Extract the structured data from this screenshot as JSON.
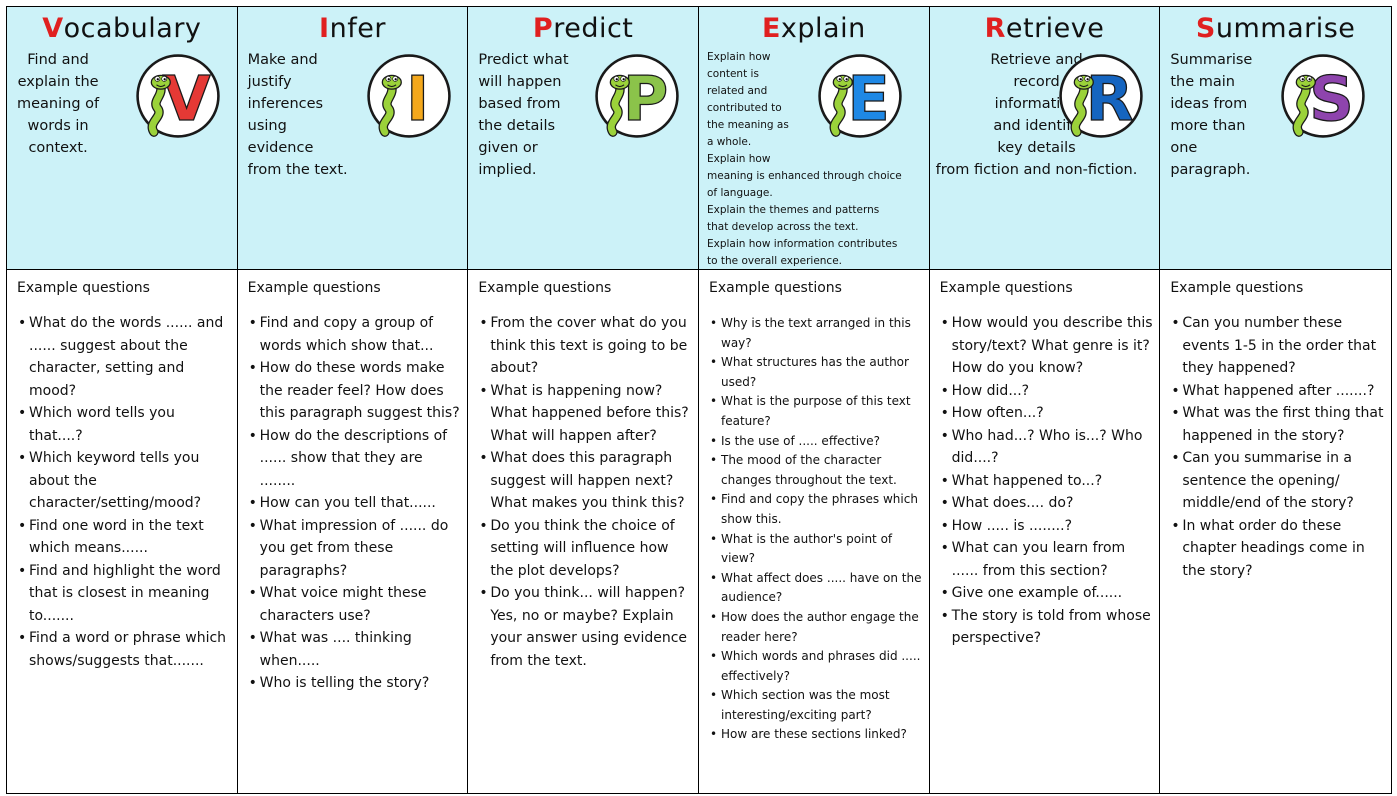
{
  "columns": [
    {
      "initial": "V",
      "title_rest": "ocabulary",
      "letter_color": "#e53935",
      "desc_lines": [
        "Find and",
        "explain the",
        "meaning of",
        "words in",
        "context."
      ],
      "example_heading": "Example questions",
      "questions": [
        "What do the words ...... and ...... suggest about the character, setting and mood?",
        "Which word tells you that....?",
        "Which keyword tells you about the character/setting/mood?",
        "Find one word in the text which means......",
        "Find and highlight the word that is closest in meaning to.......",
        "Find a word or phrase which shows/suggests that......."
      ]
    },
    {
      "initial": "I",
      "title_rest": "nfer",
      "letter_color": "#f4a81c",
      "desc_lines": [
        "Make and",
        "justify",
        "inferences",
        "using",
        "evidence",
        "from the text."
      ],
      "example_heading": "Example questions",
      "questions": [
        "Find and copy a group of words which show that...",
        "How do these words make the reader feel? How does this paragraph suggest this?",
        "How do the descriptions of ...... show that they are ........",
        "How can you tell that......",
        "What impression of ...... do you get from these paragraphs?",
        "What voice might these characters use?",
        "What was .... thinking when.....",
        "Who is telling the story?"
      ]
    },
    {
      "initial": "P",
      "title_rest": "redict",
      "letter_color": "#8bc34a",
      "desc_lines": [
        "Predict what",
        "will happen",
        "based from",
        "the details",
        "given or",
        "implied."
      ],
      "example_heading": "Example questions",
      "questions": [
        "From the cover what do you think this text is going to be about?",
        "What is happening now? What happened before this? What will happen after?",
        "What does this paragraph suggest will happen next? What makes you think this?",
        "Do you think the choice of setting will influence how the plot develops?",
        "Do you think... will happen? Yes, no or maybe? Explain your answer using evidence from the text."
      ]
    },
    {
      "initial": "E",
      "title_rest": "xplain",
      "letter_color": "#1e88e5",
      "desc_lines": [
        "Explain how",
        "content is",
        "related and",
        "contributed to",
        "the meaning as",
        "a whole.",
        "Explain how",
        "meaning is enhanced through choice",
        "of language.",
        "Explain the themes and patterns",
        "that develop across the text.",
        "Explain how information contributes",
        "to the overall experience."
      ],
      "example_heading": "Example questions",
      "questions": [
        "Why is the text arranged in this way?",
        "What structures has the author used?",
        "What is the purpose of this text feature?",
        "Is the use of ..... effective?",
        "The mood of the character changes throughout the text.",
        "Find and copy the phrases which show this.",
        "What is the author's point of view?",
        "What affect does ..... have on the audience?",
        "How does the author engage the reader here?",
        "Which words and phrases did ..... effectively?",
        "Which section was the most interesting/exciting part?",
        "How are these sections linked?"
      ]
    },
    {
      "initial": "R",
      "title_rest": "etrieve",
      "letter_color": "#1565c0",
      "desc_lines": [
        "Retrieve and",
        "record",
        "information",
        "and identify",
        "key details",
        "from fiction and non-fiction."
      ],
      "example_heading": "Example questions",
      "questions": [
        "How would you describe this story/text? What genre is it? How do you know?",
        "How did...?",
        "How often...?",
        "Who had...? Who is...? Who did....?",
        "What happened to...?",
        "What does.... do?",
        "How ..... is ........?",
        "What can you learn from ...... from this section?",
        "Give one example of......",
        "The story is told from whose perspective?"
      ]
    },
    {
      "initial": "S",
      "title_rest": "ummarise",
      "letter_color": "#8e44ad",
      "desc_lines": [
        "Summarise",
        "the main",
        "ideas from",
        "more than",
        "one",
        "paragraph."
      ],
      "example_heading": "Example questions",
      "questions": [
        "Can you number these events 1-5 in the order that they happened?",
        "What happened after .......?",
        "What was the first thing that happened in the story?",
        "Can you summarise in a sentence the opening/ middle/end of the story?",
        "In what order do these chapter headings come in the story?"
      ]
    }
  ]
}
